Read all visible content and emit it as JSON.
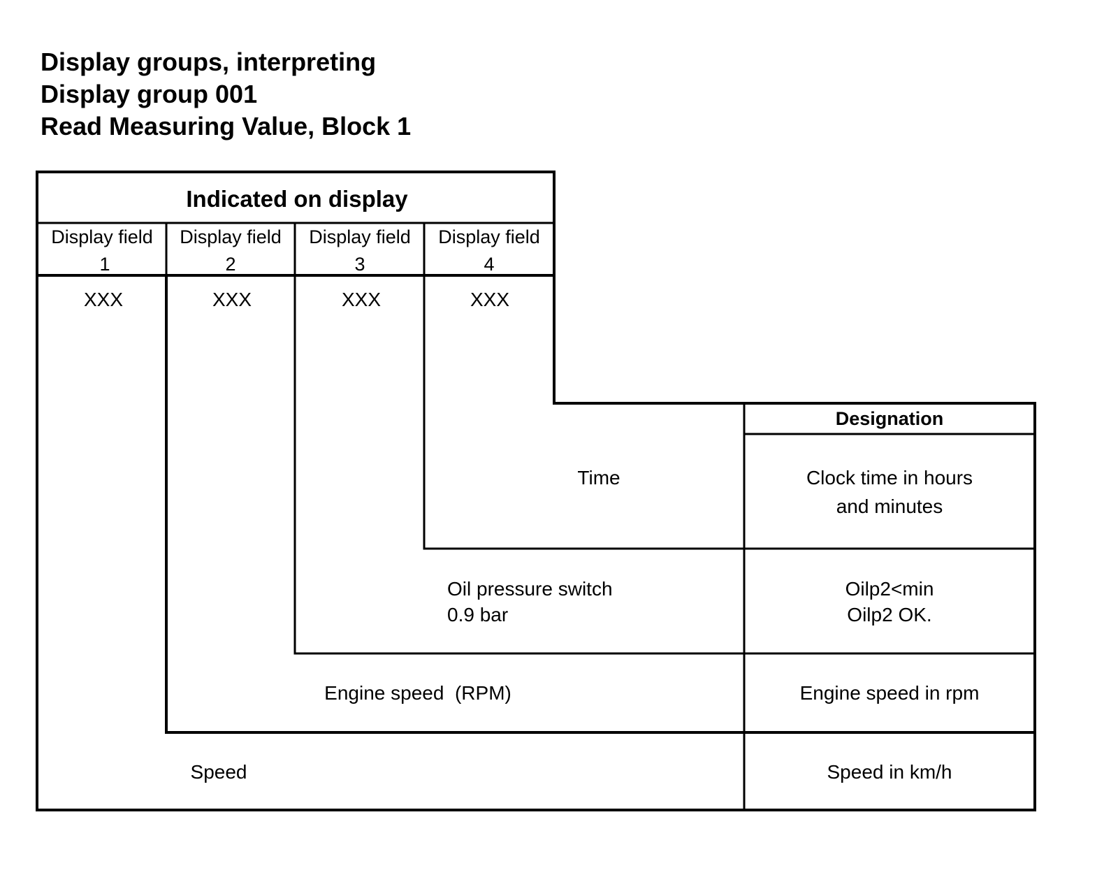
{
  "heading": {
    "line1": "Display groups, interpreting",
    "line2": "Display group 001",
    "line3": "Read Measuring Value, Block 1"
  },
  "table": {
    "indicated_header": "Indicated on display",
    "fields": [
      {
        "label": "Display field",
        "number": "1",
        "value": "XXX"
      },
      {
        "label": "Display field",
        "number": "2",
        "value": "XXX"
      },
      {
        "label": "Display field",
        "number": "3",
        "value": "XXX"
      },
      {
        "label": "Display field",
        "number": "4",
        "value": "XXX"
      }
    ],
    "designation_header": "Designation",
    "rows": [
      {
        "name": "Time",
        "designation_lines": [
          "Clock time in hours",
          "and minutes"
        ]
      },
      {
        "name_lines": [
          "Oil pressure switch",
          "0.9 bar"
        ],
        "designation_lines": [
          "Oilp2<min",
          "Oilp2 OK."
        ]
      },
      {
        "name": "Engine speed  (RPM)",
        "designation_lines": [
          "Engine speed in rpm"
        ]
      },
      {
        "name": "Speed",
        "designation_lines": [
          "Speed in km/h"
        ]
      }
    ]
  }
}
